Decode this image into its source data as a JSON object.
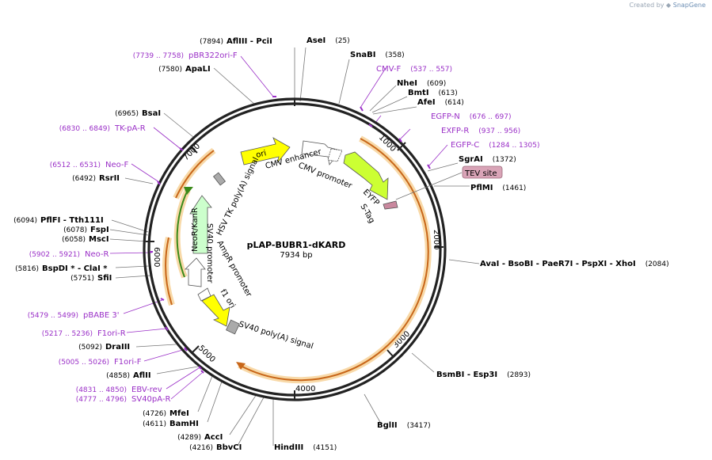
{
  "credit": {
    "prefix": "Created by",
    "brand": "SnapGene"
  },
  "plasmid": {
    "name": "pLAP-BUBR1-dKARD",
    "size": "7934 bp"
  },
  "ticks": [
    "1000",
    "2000",
    "3000",
    "4000",
    "5000",
    "6000",
    "7000"
  ],
  "sites": [
    {
      "name": "AflIII - PciI",
      "pos": "(7894)"
    },
    {
      "name": "AseI",
      "pos": "(25)"
    },
    {
      "name": "SnaBI",
      "pos": "(358)"
    },
    {
      "name": "NheI",
      "pos": "(609)"
    },
    {
      "name": "BmtI",
      "pos": "(613)"
    },
    {
      "name": "AfeI",
      "pos": "(614)"
    },
    {
      "name": "SgrAI",
      "pos": "(1372)"
    },
    {
      "name": "PflMI",
      "pos": "(1461)"
    },
    {
      "name": "AvaI - BsoBI - PaeR7I - PspXI - XhoI",
      "pos": "(2084)"
    },
    {
      "name": "BsmBI - Esp3I",
      "pos": "(2893)"
    },
    {
      "name": "BglII",
      "pos": "(3417)"
    },
    {
      "name": "HindIII",
      "pos": "(4151)"
    },
    {
      "name": "BbvCI",
      "pos": "(4216)"
    },
    {
      "name": "AccI",
      "pos": "(4289)"
    },
    {
      "name": "BamHI",
      "pos": "(4611)"
    },
    {
      "name": "MfeI",
      "pos": "(4726)"
    },
    {
      "name": "AflII",
      "pos": "(4858)"
    },
    {
      "name": "DraIII",
      "pos": "(5092)"
    },
    {
      "name": "SfiI",
      "pos": "(5751)"
    },
    {
      "name": "BspDI * - ClaI *",
      "pos": "(5816)"
    },
    {
      "name": "MscI",
      "pos": "(6058)"
    },
    {
      "name": "FspI",
      "pos": "(6078)"
    },
    {
      "name": "PflFI - Tth111I",
      "pos": "(6094)"
    },
    {
      "name": "RsrII",
      "pos": "(6492)"
    },
    {
      "name": "BsaI",
      "pos": "(6965)"
    },
    {
      "name": "ApaLI",
      "pos": "(7580)"
    }
  ],
  "primers": [
    {
      "name": "pBR322ori-F",
      "pos": "(7739 .. 7758)"
    },
    {
      "name": "CMV-F",
      "pos": "(537 .. 557)"
    },
    {
      "name": "EGFP-N",
      "pos": "(676 .. 697)"
    },
    {
      "name": "EXFP-R",
      "pos": "(937 .. 956)"
    },
    {
      "name": "EGFP-C",
      "pos": "(1284 .. 1305)"
    },
    {
      "name": "TK-pA-R",
      "pos": "(6830 .. 6849)"
    },
    {
      "name": "Neo-F",
      "pos": "(6512 .. 6531)"
    },
    {
      "name": "Neo-R",
      "pos": "(5902 .. 5921)"
    },
    {
      "name": "pBABE 3'",
      "pos": "(5479 .. 5499)"
    },
    {
      "name": "F1ori-R",
      "pos": "(5217 .. 5236)"
    },
    {
      "name": "F1ori-F",
      "pos": "(5005 .. 5026)"
    },
    {
      "name": "EBV-rev",
      "pos": "(4831 .. 4850)"
    },
    {
      "name": "SV40pA-R",
      "pos": "(4777 .. 4796)"
    }
  ],
  "features": {
    "tev": "TEV site",
    "ori": "ori",
    "cmv_enhancer": "CMV enhancer",
    "cmv_promoter": "CMV promoter",
    "eyfp": "EYFP",
    "stag": "S-Tag",
    "hsv": "HSV TK poly(A) signal",
    "neokanr": "NeoR/KanR",
    "sv40prom": "SV40 promoter",
    "ampr": "AmpR promoter",
    "f1ori": "f1 ori",
    "sv40polya": "SV40 poly(A) signal"
  },
  "colors": {
    "backbone": "#222222",
    "ori": "#ffff00",
    "eyfp": "#ccff33",
    "neo": "#ccffcc",
    "orf_outline": "#c8671a",
    "orf_glow": "#f8d9a8",
    "primer": "#9a2fc7",
    "tev": "#d9a4b7"
  }
}
